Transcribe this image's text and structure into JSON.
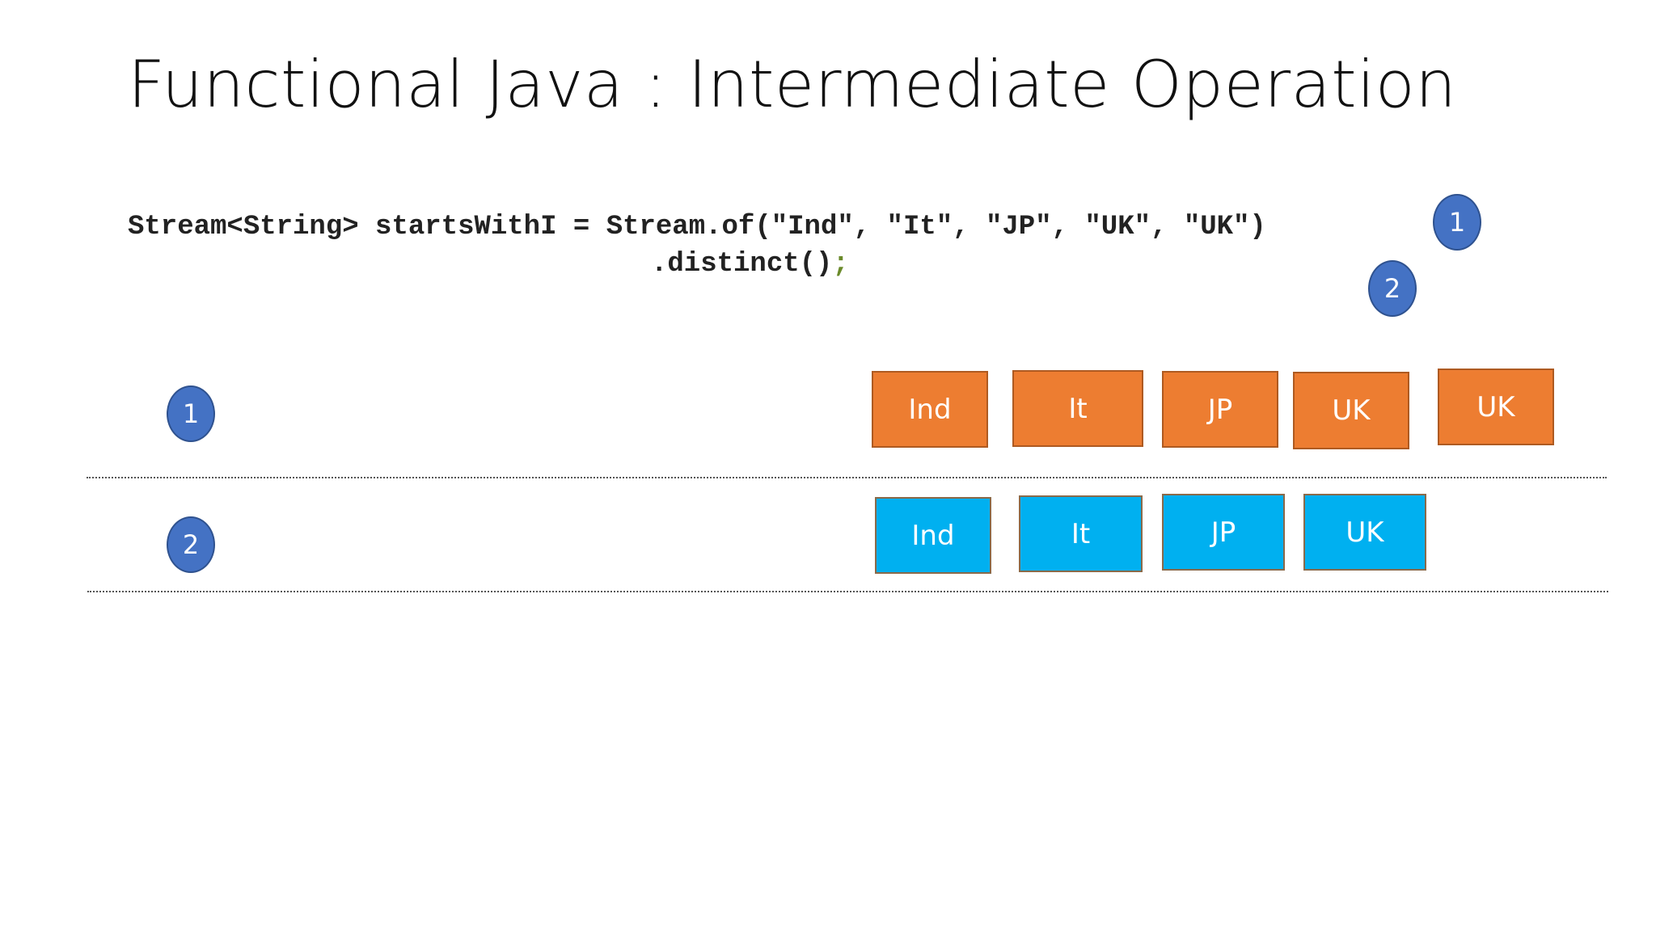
{
  "slide": {
    "title": "Functional Java : Intermediate Operation",
    "code_line1": "Stream<String> startsWithI = Stream.of(\"Ind\", \"It\", \"JP\", \"UK\", \"UK\")",
    "code_line2": ".distinct()",
    "code_semicolon": ";"
  },
  "markers": {
    "code_marker1": "1",
    "code_marker2": "2",
    "row_marker1": "1",
    "row_marker2": "2"
  },
  "rows": {
    "input": [
      "Ind",
      "It",
      "JP",
      "UK",
      "UK"
    ],
    "output": [
      "Ind",
      "It",
      "JP",
      "UK"
    ]
  },
  "colors": {
    "badge": "#4472c4",
    "input_box": "#ed7d31",
    "output_box": "#00b0f0"
  }
}
